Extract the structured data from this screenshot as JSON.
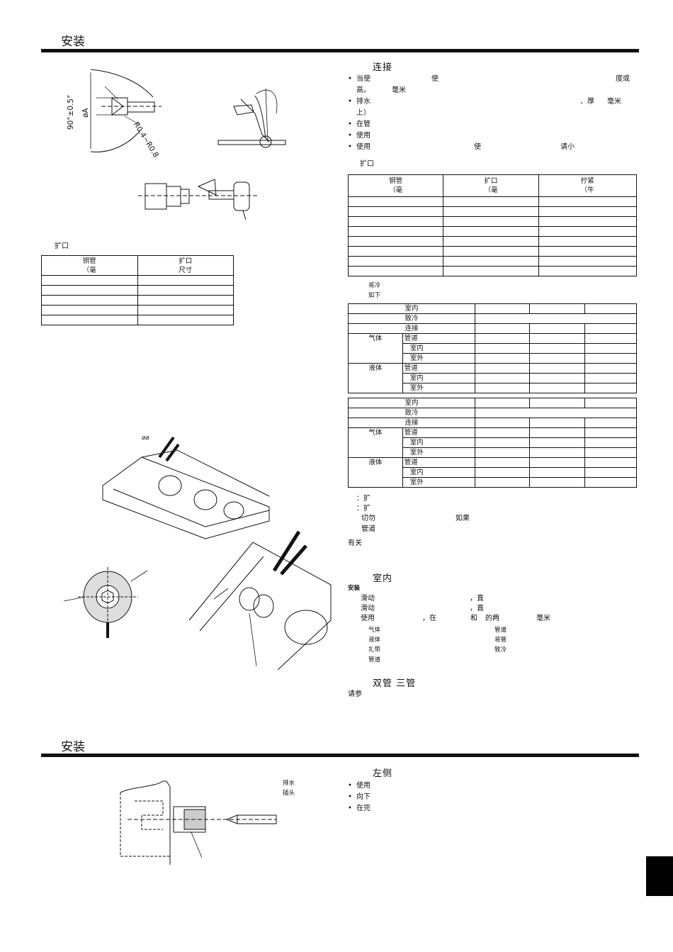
{
  "sections": {
    "top_title": "安装",
    "bottom_title": "安装"
  },
  "left": {
    "flare_label": "扩口",
    "flare_table": {
      "header": [
        [
          "铜管",
          "（毫"
        ],
        [
          "扩口",
          "尺寸"
        ]
      ],
      "rows": 5
    },
    "diagram_labels": {
      "angle": "90°±0.5°",
      "dia": "øA",
      "radius": "R0.4~R0.8"
    }
  },
  "right": {
    "connect": {
      "title": "连接",
      "bullets": [
        {
          "a": "当使",
          "b": "使",
          "c": "度或",
          "d": "高。",
          "e": "毫米"
        },
        {
          "a": "排水",
          "c": "、厚",
          "d2": "毫米",
          "e": "上）"
        },
        {
          "a": "在管"
        },
        {
          "a": "使用"
        },
        {
          "a": "使用",
          "b": "使",
          "c": "请小"
        }
      ],
      "flare_label": "扩口",
      "table_header": [
        [
          "铜管",
          "（毫"
        ],
        [
          "扩口",
          "（毫"
        ],
        [
          "拧紧",
          "（牛"
        ]
      ],
      "table_rows": 8,
      "note1": "将冷",
      "note2": "如下"
    },
    "pipe_tables": [
      {
        "row1": "室内",
        "row2": "致冷",
        "row3": "连接",
        "gas": "气体",
        "liquid": "液体",
        "pipe": "管道",
        "indoor": "室内",
        "outdoor": "室外"
      },
      {
        "row1": "室内",
        "row2": "致冷",
        "row3": "连接",
        "gas": "气体",
        "liquid": "液体",
        "pipe": "管道",
        "indoor": "室内",
        "outdoor": "室外"
      }
    ],
    "notes": {
      "n1": "：扩",
      "n2": "：扩",
      "n3a": "切勿",
      "n3b": "如果",
      "n4": "管道",
      "n5": "有关"
    },
    "indoor": {
      "title": "室内",
      "install": "安装",
      "l1a": "滑动",
      "l1b": "，直",
      "l2a": "滑动",
      "l2b": "，直",
      "l3a": "使用",
      "l3b": "，在",
      "l3c": "和",
      "l3d": "的两",
      "l3e": "毫米",
      "s1a": "气体",
      "s1b": "管道",
      "s2a": "液体",
      "s2b": "将管",
      "s3a": "扎带",
      "s3b": "致冷",
      "s4a": "管道"
    },
    "double": {
      "title": "双管 三管",
      "text": "请参"
    },
    "left_side": {
      "title": "左侧",
      "bullets": [
        "使用",
        "向下",
        "在完"
      ]
    }
  },
  "drain": {
    "label1": "排水",
    "label2": "插头"
  }
}
